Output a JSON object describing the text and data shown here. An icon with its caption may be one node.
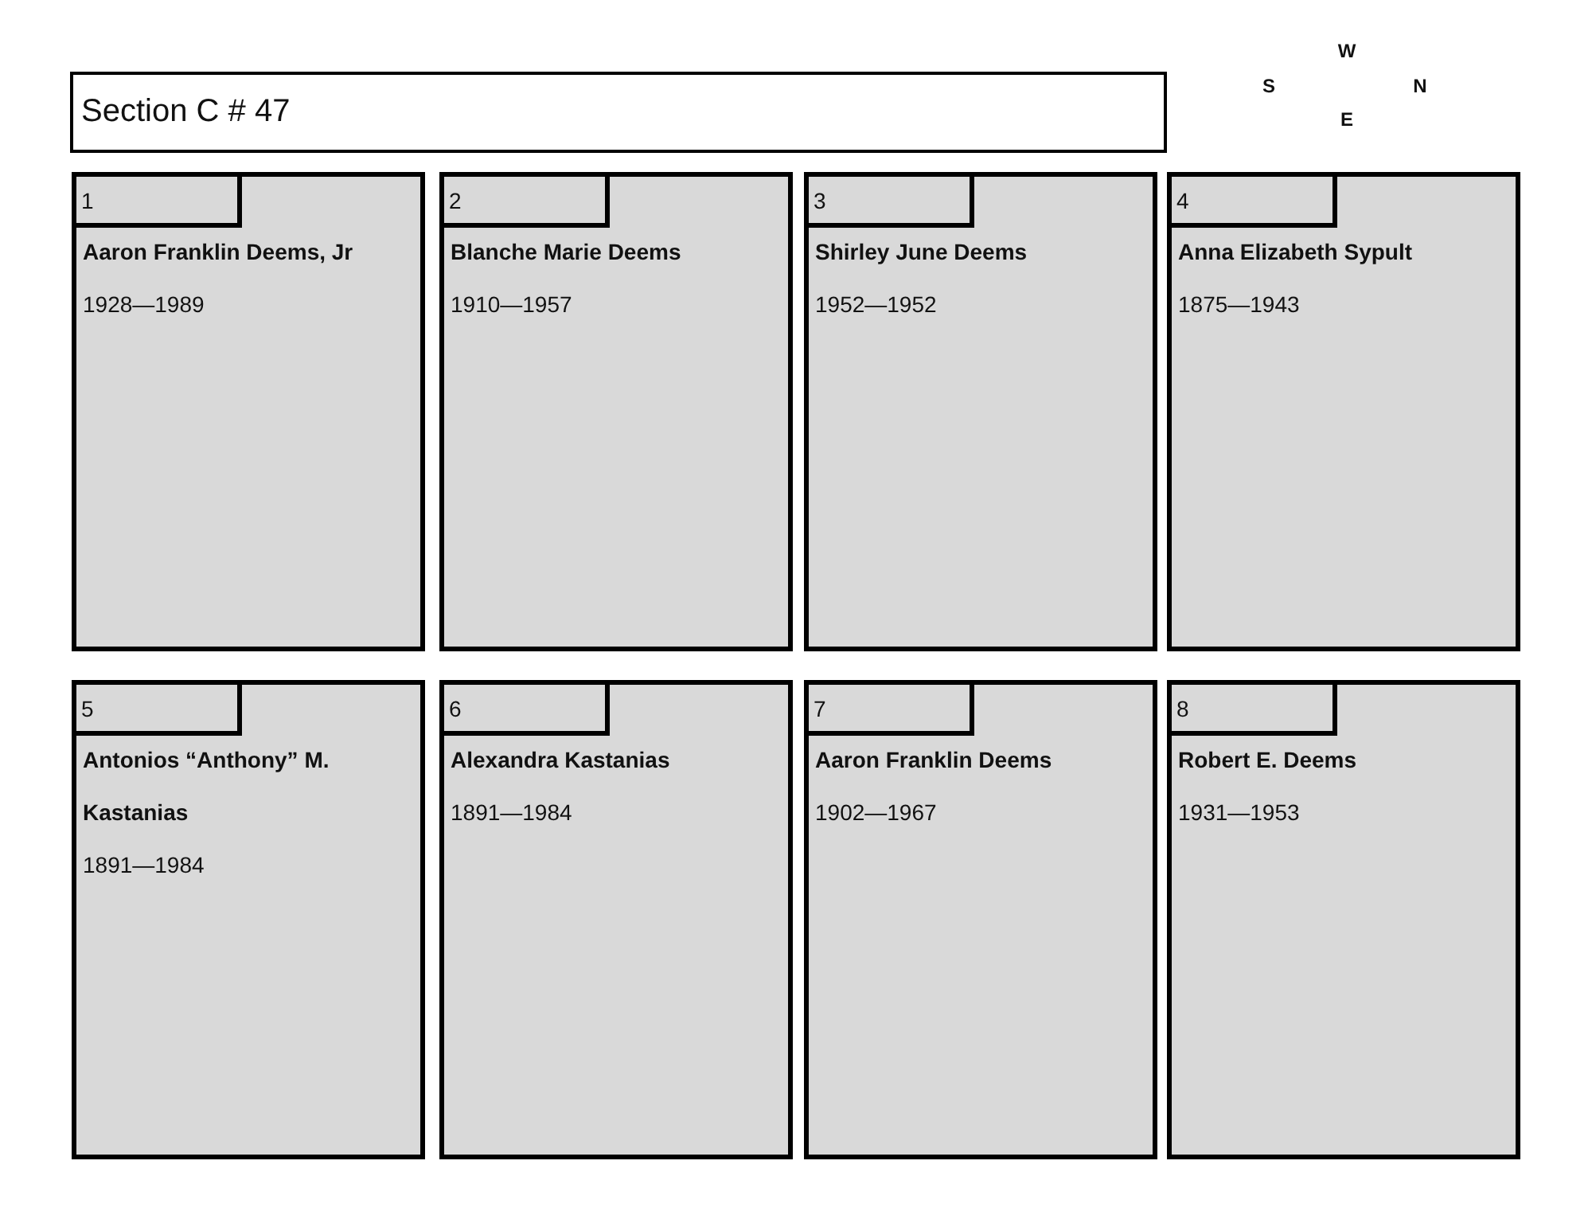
{
  "diagram": {
    "nodes": [
      {
        "text": [
          "Section C # 47"
        ]
      },
      {
        "text": [
          "Aaron Franklin Deems, Jr",
          "1928—1989"
        ]
      },
      {
        "text": [
          "1"
        ],
        "in": 1
      },
      {
        "text": [
          "Blanche Marie Deems",
          "1910—1957"
        ]
      },
      {
        "text": [
          "2"
        ],
        "in": 3
      },
      {
        "text": [
          "Shirley June Deems",
          "1952—1952"
        ]
      },
      {
        "text": [
          "3"
        ],
        "in": 5
      },
      {
        "text": [
          "Anna Elizabeth Sypult",
          "1875—1943"
        ]
      },
      {
        "text": [
          "4"
        ],
        "in": 7
      },
      {
        "text": [
          "Antonios “Anthony” M. Kastanias",
          "1891—1984"
        ]
      },
      {
        "text": [
          "5"
        ],
        "in": 9
      },
      {
        "text": [
          "Alexandra Kastanias",
          "1891—1984"
        ]
      },
      {
        "text": [
          "6"
        ],
        "in": 11
      },
      {
        "text": [
          "Aaron Franklin Deems",
          "1902—1967"
        ]
      },
      {
        "text": [
          "7"
        ],
        "in": 13
      },
      {
        "text": [
          "Robert E. Deems",
          "1931—1953"
        ]
      },
      {
        "text": [
          "8"
        ],
        "in": 15
      }
    ],
    "labels": [
      "W",
      "S",
      "N",
      "E"
    ]
  }
}
